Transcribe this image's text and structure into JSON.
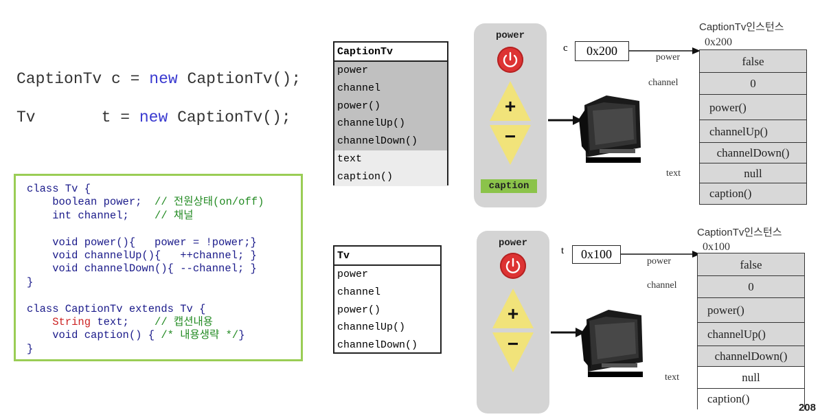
{
  "declarations": [
    {
      "type": "CaptionTv",
      "var": "c",
      "kw": "new",
      "ctor": "CaptionTv();"
    },
    {
      "type": "Tv",
      "var": "t",
      "kw": "new",
      "ctor": "CaptionTv();"
    }
  ],
  "code": {
    "l1": "class Tv {",
    "l2_code": "    boolean power;  ",
    "l2_cm": "// 전원상태(on/off)",
    "l3_code": "    int channel;    ",
    "l3_cm": "// 채널",
    "l4": "",
    "l5": "    void power(){   power = !power;}",
    "l6": "    void channelUp(){   ++channel; }",
    "l7": "    void channelDown(){ --channel; }",
    "l8": "}",
    "l9": "",
    "l10": "class CaptionTv extends Tv {",
    "l11_str": "    String",
    "l11_code": " text;    ",
    "l11_cm": "// 캡션내용",
    "l12_code": "    void caption() { ",
    "l12_cm": "/* 내용생략 */",
    "l12_end": "}",
    "l13": "}"
  },
  "caption_tv_class": {
    "name": "CaptionTv",
    "members": [
      "power",
      "channel",
      "power()",
      "channelUp()",
      "channelDown()",
      "text",
      "caption()"
    ]
  },
  "tv_class": {
    "name": "Tv",
    "members": [
      "power",
      "channel",
      "power()",
      "channelUp()",
      "channelDown()"
    ]
  },
  "remote_top": {
    "power_label": "power",
    "plus": "+",
    "minus": "−",
    "caption_label": "caption"
  },
  "remote_bottom": {
    "power_label": "power",
    "plus": "+",
    "minus": "−"
  },
  "instance_top": {
    "title": "CaptionTv인스턴스",
    "ref_var": "c",
    "ref_value": "0x200",
    "address": "0x200",
    "labels": {
      "power": "power",
      "channel": "channel",
      "text": "text"
    },
    "cells": [
      "false",
      "0",
      "power()",
      "channelUp()",
      "channelDown()",
      "null",
      "caption()"
    ]
  },
  "instance_bottom": {
    "title": "CaptionTv인스턴스",
    "ref_var": "t",
    "ref_value": "0x100",
    "address": "0x100",
    "labels": {
      "power": "power",
      "channel": "channel",
      "text": "text"
    },
    "cells": [
      "false",
      "0",
      "power()",
      "channelUp()",
      "channelDown()",
      "null",
      "caption()"
    ]
  },
  "page_number": "208"
}
